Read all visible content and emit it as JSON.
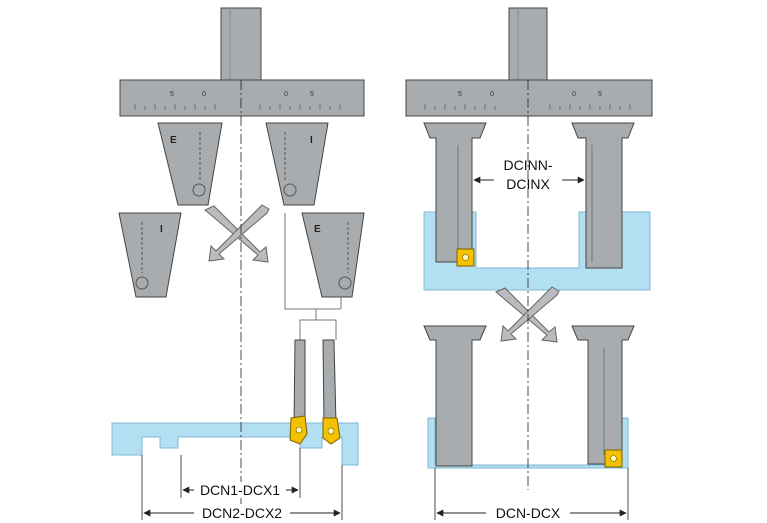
{
  "labels": {
    "dim_left_inner": "DCN1-DCX1",
    "dim_left_outer": "DCN2-DCX2",
    "dim_right_bore_line1": "DCINN-",
    "dim_right_bore_line2": "DCINX",
    "dim_right_outer": "DCN-DCX"
  },
  "holder_letters": {
    "top_left": "E",
    "top_right": "I",
    "lower_left": "I",
    "lower_right": "E"
  },
  "scale_marks": [
    "5",
    "0",
    "0",
    "5"
  ],
  "colors": {
    "steel": "#a9acae",
    "steel_dark": "#6e7173",
    "workpiece": "#b3dff2",
    "insert": "#f2c200",
    "line": "#222222"
  }
}
